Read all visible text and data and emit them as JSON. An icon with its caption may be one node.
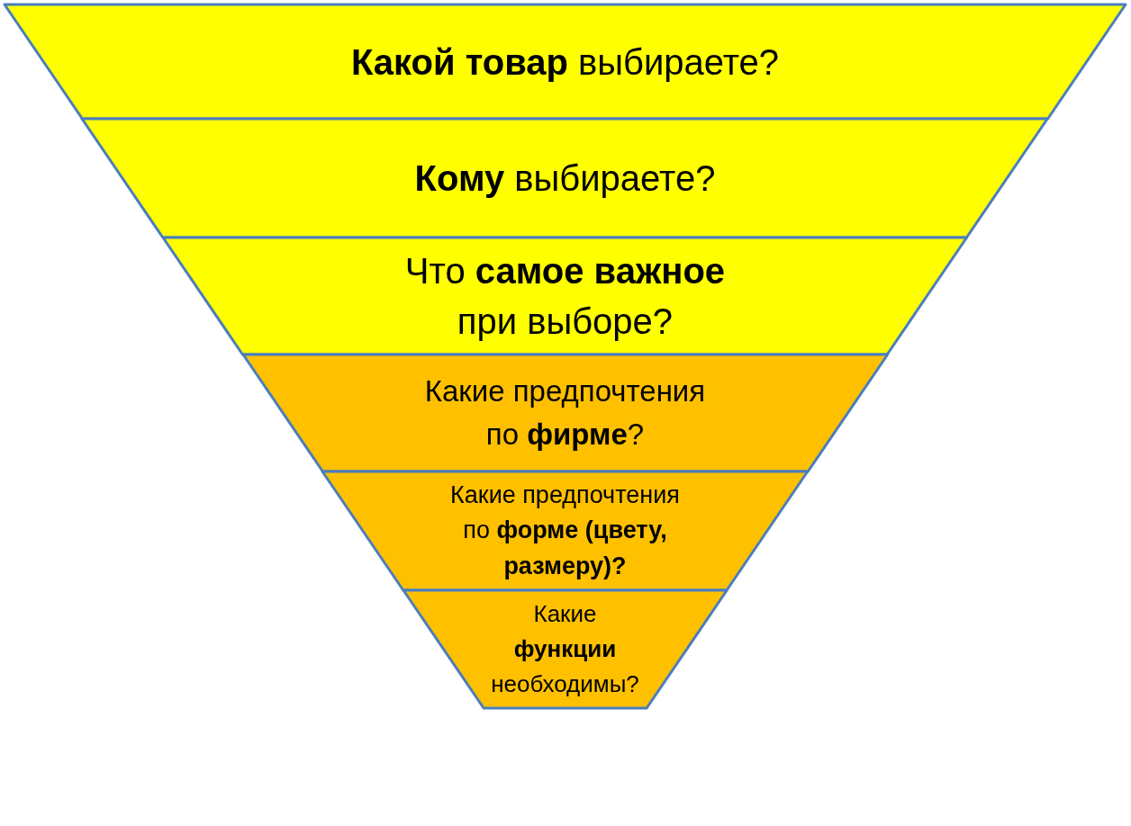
{
  "diagram": {
    "nodes": [
      {
        "text": [
          "**Какой товар** выбираете?"
        ]
      },
      {
        "text": [
          "**Кому** выбираете?"
        ]
      },
      {
        "text": [
          "Что **самое важное** при выборе?"
        ]
      },
      {
        "text": [
          "Какие предпочтения по **фирме**?"
        ]
      },
      {
        "text": [
          "Какие предпочтения по **форме (цвету, размеру)?**"
        ]
      },
      {
        "text": [
          "Какие **функции** необходимы?"
        ]
      }
    ]
  }
}
